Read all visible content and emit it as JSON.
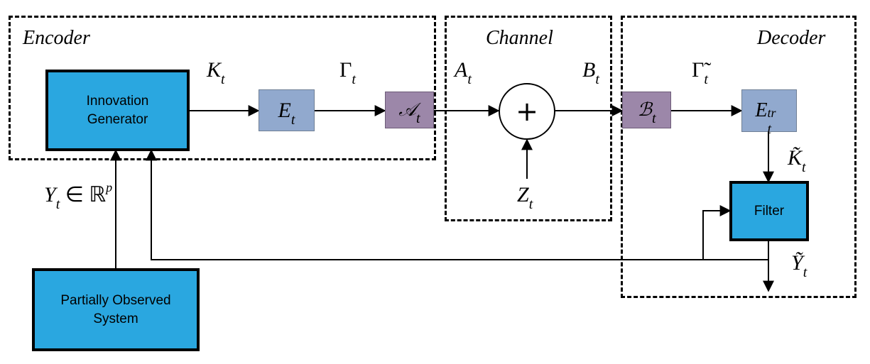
{
  "groups": {
    "encoder": "Encoder",
    "channel": "Channel",
    "decoder": "Decoder"
  },
  "blocks": {
    "innovation_generator_line1": "Innovation",
    "innovation_generator_line2": "Generator",
    "partially_observed_system_line1": "Partially Observed",
    "partially_observed_system_line2": "System",
    "filter": "Filter",
    "encoder_map": {
      "base": "E",
      "sub": "t"
    },
    "channel_encoder": {
      "base": "𝒜",
      "sub": "t"
    },
    "channel_decoder": {
      "base": "ℬ",
      "sub": "t"
    },
    "decoder_map": {
      "base": "E",
      "sub": "t",
      "sup": "tr"
    },
    "adder_symbol": "+"
  },
  "signals": {
    "K": {
      "base": "K",
      "sub": "t"
    },
    "Gamma": {
      "base": "Γ",
      "sub": "t"
    },
    "A": {
      "base": "A",
      "sub": "t"
    },
    "B": {
      "base": "B",
      "sub": "t"
    },
    "Gamma_tilde": {
      "base": "Γ̃",
      "sub": "t"
    },
    "K_tilde": {
      "base": "K̃",
      "sub": "t"
    },
    "Z": {
      "base": "Z",
      "sub": "t"
    },
    "Y": {
      "base": "Y",
      "sub": "t",
      "rest": " ∈ ℝ",
      "sup": "p"
    },
    "Y_tilde": {
      "base": "Ỹ",
      "sub": "t"
    }
  },
  "colors": {
    "primary_block": "#2aa7e0",
    "map_block": "#91a9ce",
    "channel_block": "#9c87a9",
    "line": "#000000"
  }
}
